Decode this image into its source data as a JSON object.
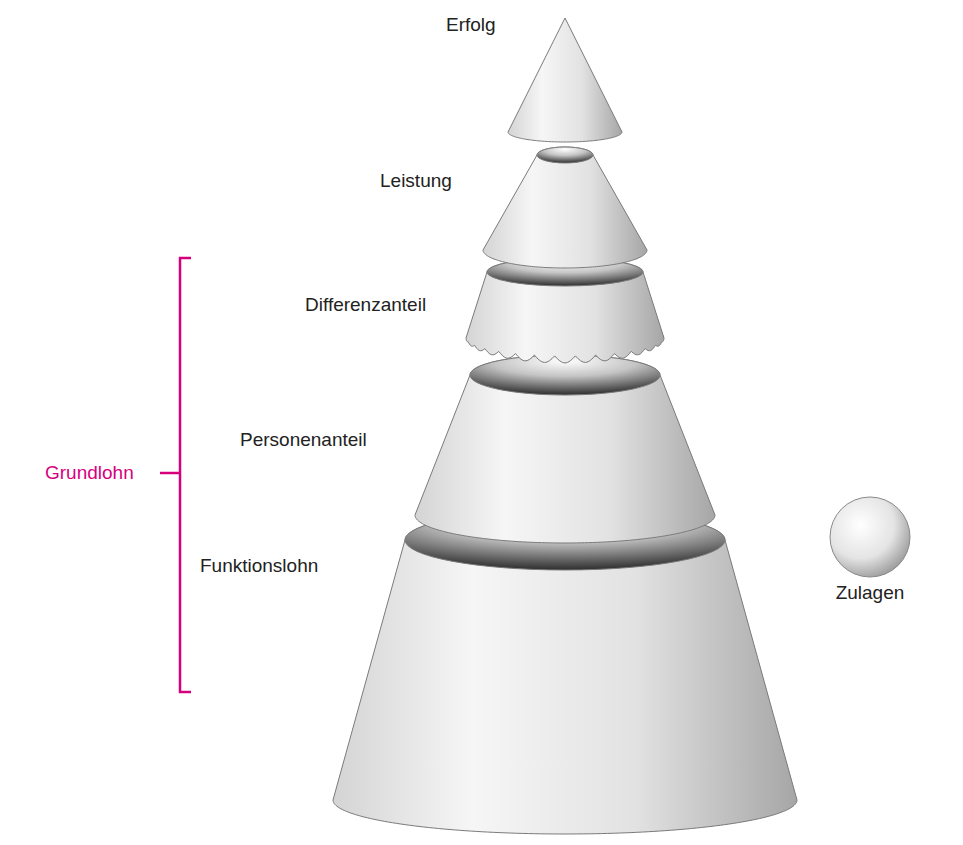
{
  "diagram": {
    "labels": [
      "Erfolg",
      "Leistung",
      "Differenzanteil",
      "Personenanteil",
      "Grundlohn",
      "Funktionslohn",
      "Zulagen"
    ]
  }
}
